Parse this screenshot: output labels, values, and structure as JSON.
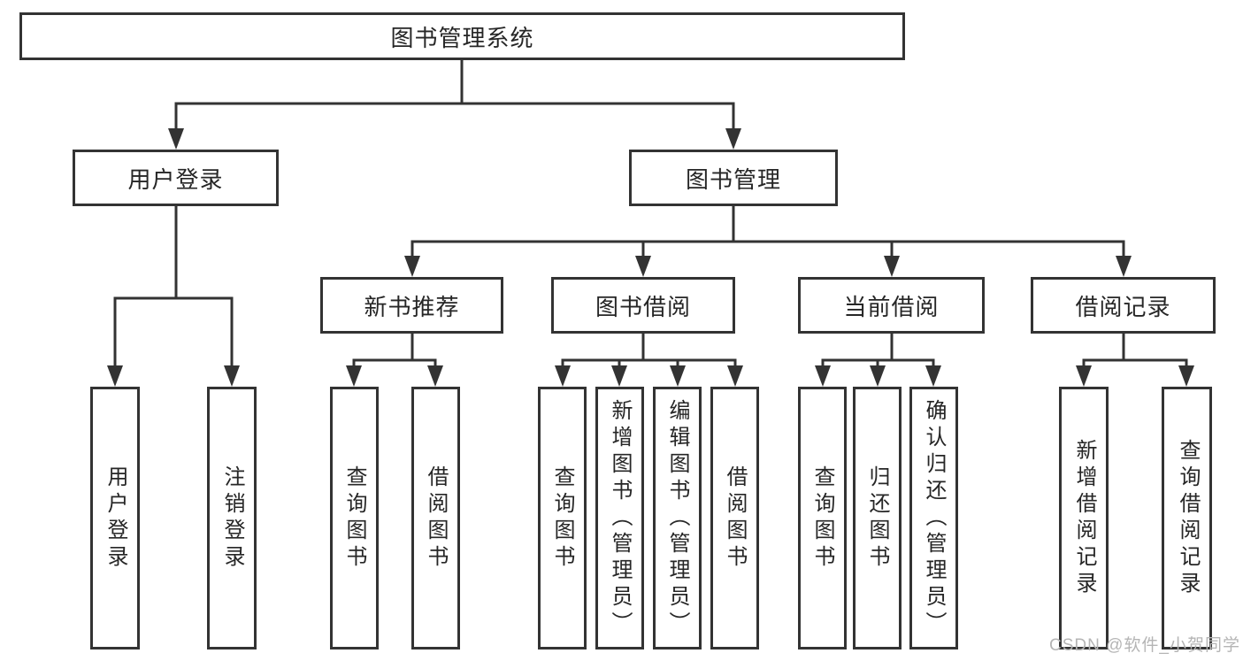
{
  "colors": {
    "line": "#333333",
    "text": "#262626",
    "background": "#ffffff",
    "watermark": "#b5b5b5"
  },
  "diagram": {
    "root": {
      "label": "图书管理系统"
    },
    "branches": [
      {
        "label": "用户登录",
        "children": [
          {
            "label": "用户登录"
          },
          {
            "label": "注销登录"
          }
        ]
      },
      {
        "label": "图书管理",
        "children": [
          {
            "label": "新书推荐",
            "children": [
              {
                "label": "查询图书"
              },
              {
                "label": "借阅图书"
              }
            ]
          },
          {
            "label": "图书借阅",
            "children": [
              {
                "label": "查询图书"
              },
              {
                "label": "新增图书（管理员）"
              },
              {
                "label": "编辑图书（管理员）"
              },
              {
                "label": "借阅图书"
              }
            ]
          },
          {
            "label": "当前借阅",
            "children": [
              {
                "label": "查询图书"
              },
              {
                "label": "归还图书"
              },
              {
                "label": "确认归还（管理员）"
              }
            ]
          },
          {
            "label": "借阅记录",
            "children": [
              {
                "label": "新增借阅记录"
              },
              {
                "label": "查询借阅记录"
              }
            ]
          }
        ]
      }
    ]
  },
  "watermark": {
    "text": "CSDN @软件_小贺同学"
  }
}
